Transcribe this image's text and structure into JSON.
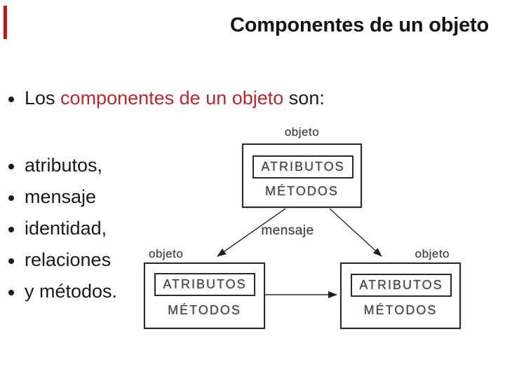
{
  "slide": {
    "title": "Componentes de un objeto",
    "intro": {
      "pre": "Los ",
      "highlight": "componentes de un objeto",
      "post": " son:"
    },
    "bullets": [
      "atributos,",
      "mensaje",
      "identidad,",
      "relaciones",
      "y métodos."
    ],
    "colors": {
      "text": "#1a1a1a",
      "highlight_red": "#c2262c",
      "accent_bar_red": "#c41414",
      "diagram_ink": "#3f3f3f",
      "diagram_border": "#2a2a2a"
    }
  },
  "diagram": {
    "message_label": "mensaje",
    "boxes": {
      "top": {
        "label": "objeto",
        "row1": "ATRIBUTOS",
        "row2": "MÉTODOS"
      },
      "bottom_left": {
        "label": "objeto",
        "row1": "ATRIBUTOS",
        "row2": "MÉTODOS"
      },
      "bottom_right": {
        "label": "objeto",
        "row1": "ATRIBUTOS",
        "row2": "MÉTODOS"
      }
    }
  }
}
